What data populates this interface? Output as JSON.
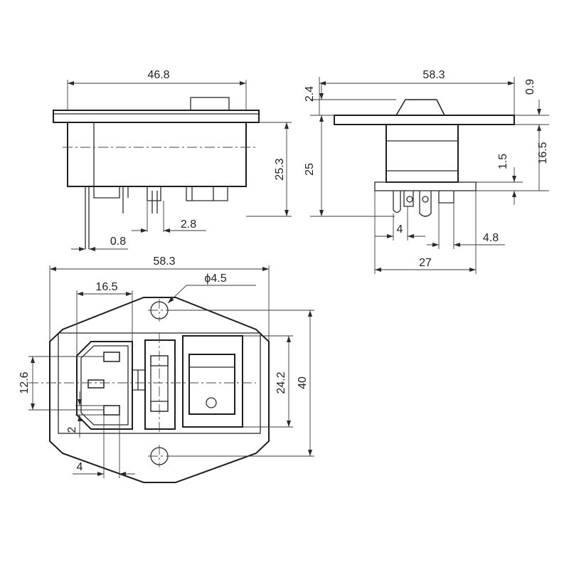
{
  "colors": {
    "line": "#1e1e1e",
    "background": "#ffffff"
  },
  "top_left_view": {
    "width": "46.8",
    "height": "25.3",
    "pin_gap": "2.8",
    "pin_thickness": "0.8"
  },
  "top_right_view": {
    "width": "58.3",
    "switch_height": "2.4",
    "flange_thickness": "0.9",
    "body_height": "25",
    "pin_offset": "1.5",
    "side_height": "16.5",
    "pin_pitch": "4",
    "pin_width": "4.8",
    "base_width": "27"
  },
  "front_view": {
    "width": "58.3",
    "inlet_offset": "16.5",
    "hole_diameter": "ϕ4.5",
    "pin_spacing": "12.6",
    "pin_offset": "2",
    "pin_width": "4",
    "cutout_height": "24.2",
    "height": "40"
  }
}
